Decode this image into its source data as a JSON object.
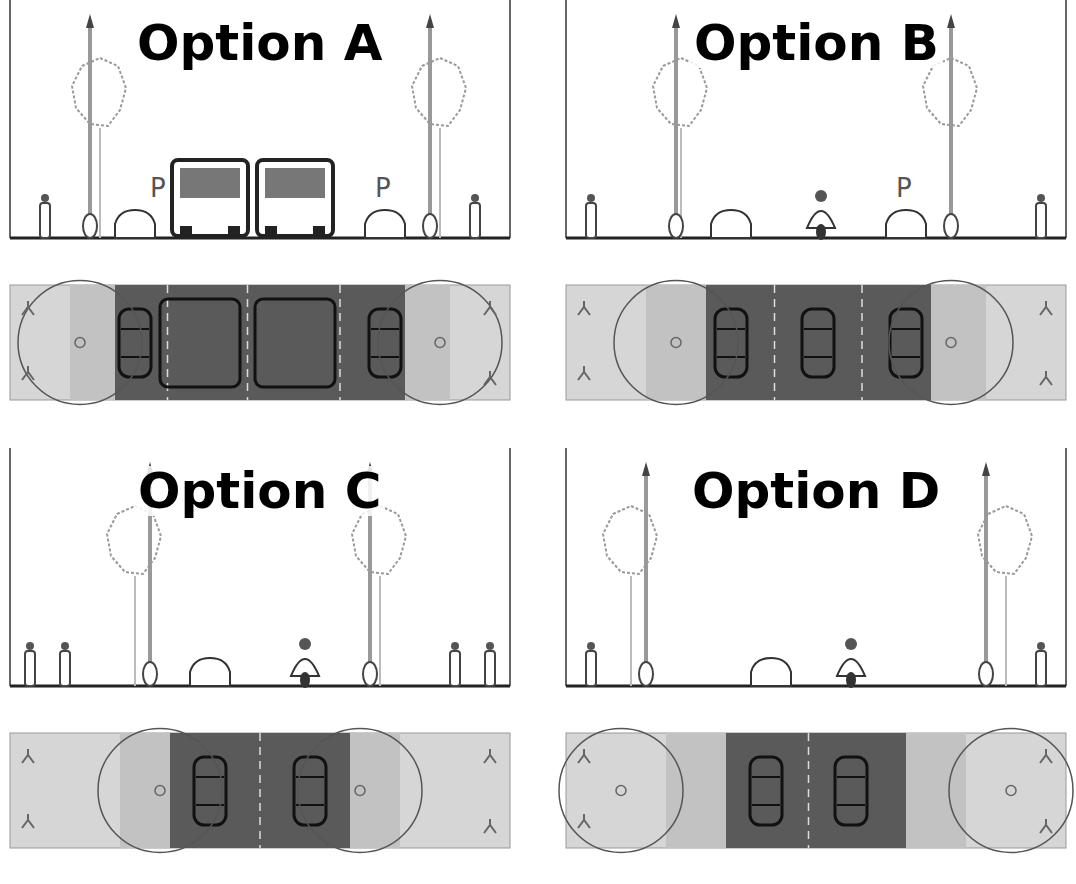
{
  "diagram": {
    "nodes": [
      {
        "text": [
          "Option A"
        ]
      },
      {
        "text": [
          "Option B"
        ]
      },
      {
        "text": [
          "Option C"
        ]
      },
      {
        "text": [
          "Option D"
        ]
      }
    ],
    "labels": [
      "P",
      "P",
      "P"
    ]
  }
}
